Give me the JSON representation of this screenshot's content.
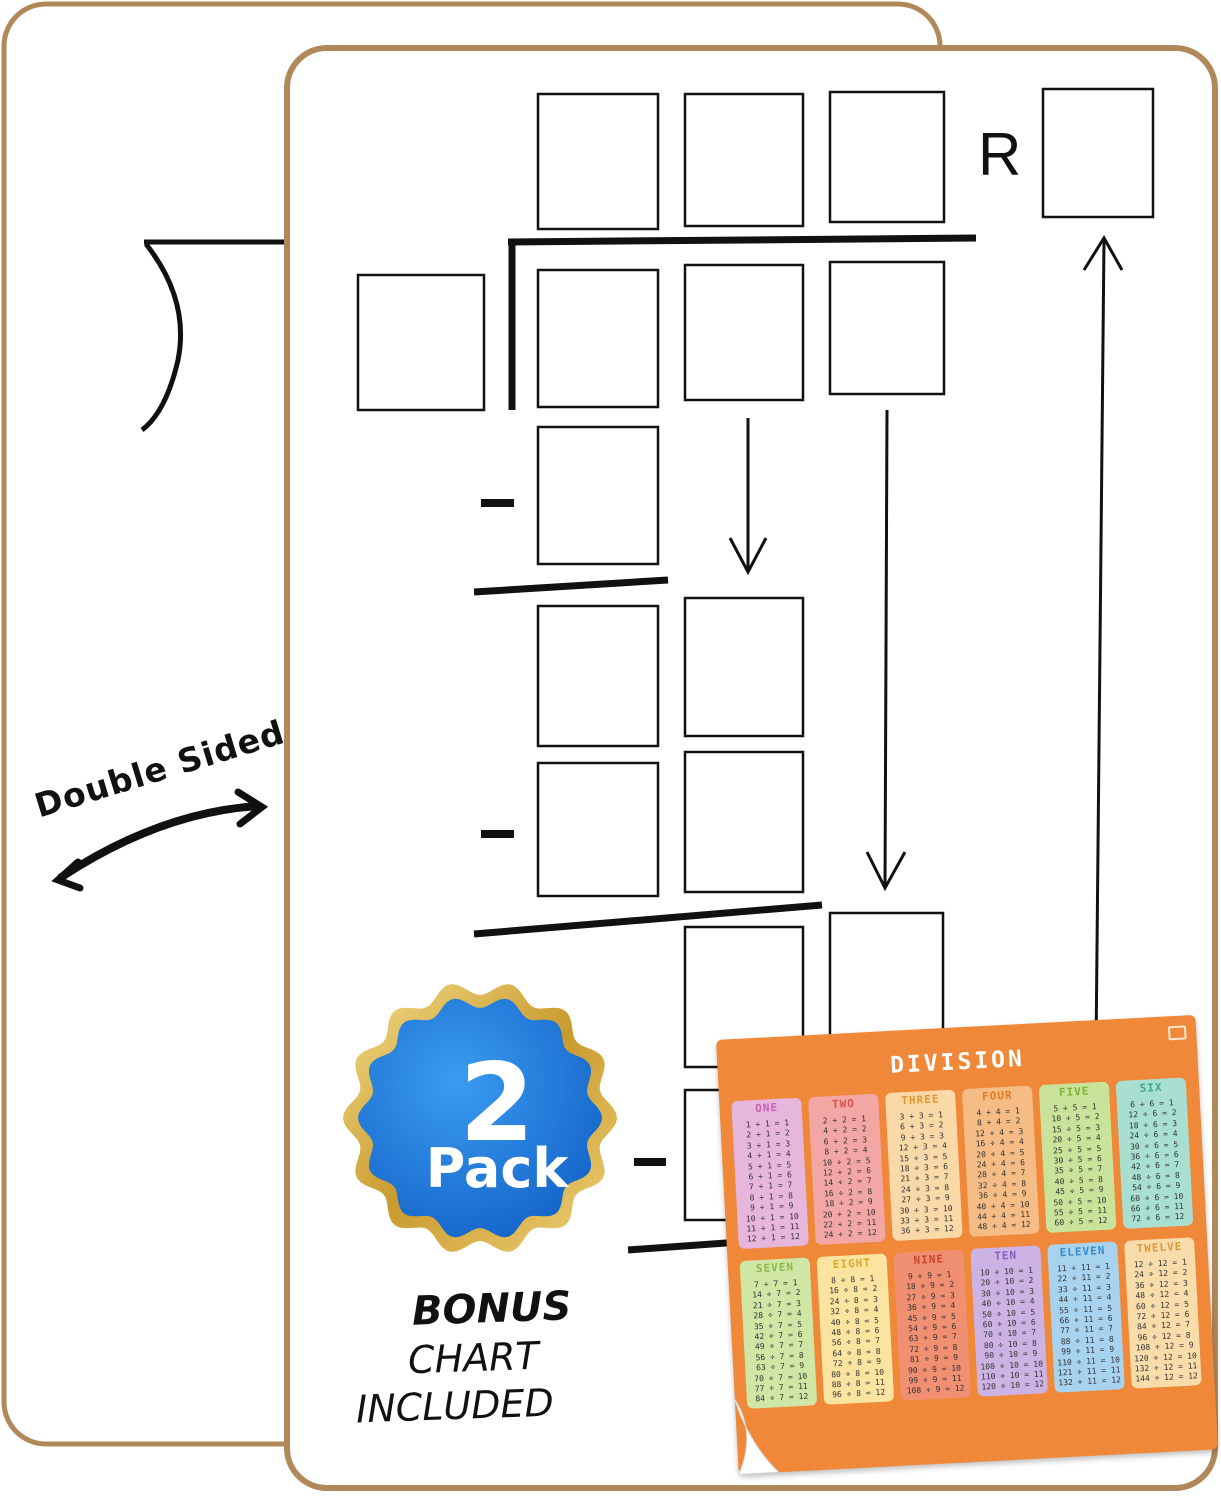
{
  "board_back": {
    "badge_text": "Double Sided"
  },
  "board_front": {
    "remainder_label": "R",
    "minus_sign": "-"
  },
  "promo_badge": {
    "number": "2",
    "word": "Pack"
  },
  "bonus_caption": {
    "line1": "BONUS",
    "line2": "CHART",
    "line3": "INCLUDED"
  },
  "division_chart": {
    "title": "DIVISION",
    "sections": [
      {
        "name": "ONE",
        "color": "#e7b6dd",
        "head": "#c55fae",
        "facts": [
          "1 ÷ 1 = 1",
          "2 ÷ 1 = 2",
          "3 ÷ 1 = 3",
          "4 ÷ 1 = 4",
          "5 ÷ 1 = 5",
          "6 ÷ 1 = 6",
          "7 ÷ 1 = 7",
          "8 ÷ 1 = 8",
          "9 ÷ 1 = 9",
          "10 ÷ 1 = 10",
          "11 ÷ 1 = 11",
          "12 ÷ 1 = 12"
        ]
      },
      {
        "name": "TWO",
        "color": "#f2a7a4",
        "head": "#d9534f",
        "facts": [
          "2 ÷ 2 = 1",
          "4 ÷ 2 = 2",
          "6 ÷ 2 = 3",
          "8 ÷ 2 = 4",
          "10 ÷ 2 = 5",
          "12 ÷ 2 = 6",
          "14 ÷ 2 = 7",
          "16 ÷ 2 = 8",
          "18 ÷ 2 = 9",
          "20 ÷ 2 = 10",
          "22 ÷ 2 = 11",
          "24 ÷ 2 = 12"
        ]
      },
      {
        "name": "THREE",
        "color": "#f9d9a8",
        "head": "#e4932d",
        "facts": [
          "3 ÷ 3 = 1",
          "6 ÷ 3 = 2",
          "9 ÷ 3 = 3",
          "12 ÷ 3 = 4",
          "15 ÷ 3 = 5",
          "18 ÷ 3 = 6",
          "21 ÷ 3 = 7",
          "24 ÷ 3 = 8",
          "27 ÷ 3 = 9",
          "30 ÷ 3 = 10",
          "33 ÷ 3 = 11",
          "36 ÷ 3 = 12"
        ]
      },
      {
        "name": "FOUR",
        "color": "#f6bc86",
        "head": "#e07b26",
        "facts": [
          "4 ÷ 4 = 1",
          "8 ÷ 4 = 2",
          "12 ÷ 4 = 3",
          "16 ÷ 4 = 4",
          "20 ÷ 4 = 5",
          "24 ÷ 4 = 6",
          "28 ÷ 4 = 7",
          "32 ÷ 4 = 8",
          "36 ÷ 4 = 9",
          "40 ÷ 4 = 10",
          "44 ÷ 4 = 11",
          "48 ÷ 4 = 12"
        ]
      },
      {
        "name": "FIVE",
        "color": "#c9e39a",
        "head": "#7fb23a",
        "facts": [
          "5 ÷ 5 = 1",
          "10 ÷ 5 = 2",
          "15 ÷ 5 = 3",
          "20 ÷ 5 = 4",
          "25 ÷ 5 = 5",
          "30 ÷ 5 = 6",
          "35 ÷ 5 = 7",
          "40 ÷ 5 = 8",
          "45 ÷ 5 = 9",
          "50 ÷ 5 = 10",
          "55 ÷ 5 = 11",
          "60 ÷ 5 = 12"
        ]
      },
      {
        "name": "SIX",
        "color": "#a9dfd0",
        "head": "#3ba88a",
        "facts": [
          "6 ÷ 6 = 1",
          "12 ÷ 6 = 2",
          "18 ÷ 6 = 3",
          "24 ÷ 6 = 4",
          "30 ÷ 6 = 5",
          "36 ÷ 6 = 6",
          "42 ÷ 6 = 7",
          "48 ÷ 6 = 8",
          "54 ÷ 6 = 9",
          "60 ÷ 6 = 10",
          "66 ÷ 6 = 11",
          "72 ÷ 6 = 12"
        ]
      },
      {
        "name": "SEVEN",
        "color": "#cfe6a5",
        "head": "#8bb84a",
        "facts": [
          "7 ÷ 7 = 1",
          "14 ÷ 7 = 2",
          "21 ÷ 7 = 3",
          "28 ÷ 7 = 4",
          "35 ÷ 7 = 5",
          "42 ÷ 7 = 6",
          "49 ÷ 7 = 7",
          "56 ÷ 7 = 8",
          "63 ÷ 7 = 9",
          "70 ÷ 7 = 10",
          "77 ÷ 7 = 11",
          "84 ÷ 7 = 12"
        ]
      },
      {
        "name": "EIGHT",
        "color": "#fbe3a0",
        "head": "#d9a72b",
        "facts": [
          "8 ÷ 8 = 1",
          "16 ÷ 8 = 2",
          "24 ÷ 8 = 3",
          "32 ÷ 8 = 4",
          "40 ÷ 8 = 5",
          "48 ÷ 8 = 6",
          "56 ÷ 8 = 7",
          "64 ÷ 8 = 8",
          "72 ÷ 8 = 9",
          "80 ÷ 8 = 10",
          "88 ÷ 8 = 11",
          "96 ÷ 8 = 12"
        ]
      },
      {
        "name": "NINE",
        "color": "#f08f72",
        "head": "#c8452a",
        "facts": [
          "9 ÷ 9 = 1",
          "18 ÷ 9 = 2",
          "27 ÷ 9 = 3",
          "36 ÷ 9 = 4",
          "45 ÷ 9 = 5",
          "54 ÷ 9 = 6",
          "63 ÷ 9 = 7",
          "72 ÷ 9 = 8",
          "81 ÷ 9 = 9",
          "90 ÷ 9 = 10",
          "99 ÷ 9 = 11",
          "108 ÷ 9 = 12"
        ]
      },
      {
        "name": "TEN",
        "color": "#cdb3e3",
        "head": "#8a5bbf",
        "facts": [
          "10 ÷ 10 = 1",
          "20 ÷ 10 = 2",
          "30 ÷ 10 = 3",
          "40 ÷ 10 = 4",
          "50 ÷ 10 = 5",
          "60 ÷ 10 = 6",
          "70 ÷ 10 = 7",
          "80 ÷ 10 = 8",
          "90 ÷ 10 = 9",
          "100 ÷ 10 = 10",
          "110 ÷ 10 = 11",
          "120 ÷ 10 = 12"
        ]
      },
      {
        "name": "ELEVEN",
        "color": "#a8d3ef",
        "head": "#3b8cc6",
        "facts": [
          "11 ÷ 11 = 1",
          "22 ÷ 11 = 2",
          "33 ÷ 11 = 3",
          "44 ÷ 11 = 4",
          "55 ÷ 11 = 5",
          "66 ÷ 11 = 6",
          "77 ÷ 11 = 7",
          "88 ÷ 11 = 8",
          "99 ÷ 11 = 9",
          "110 ÷ 11 = 10",
          "121 ÷ 11 = 11",
          "132 ÷ 11 = 12"
        ]
      },
      {
        "name": "TWELVE",
        "color": "#f8dcaa",
        "head": "#d99a3a",
        "facts": [
          "12 ÷ 12 = 1",
          "24 ÷ 12 = 2",
          "36 ÷ 12 = 3",
          "48 ÷ 12 = 4",
          "60 ÷ 12 = 5",
          "72 ÷ 12 = 6",
          "84 ÷ 12 = 7",
          "96 ÷ 12 = 8",
          "108 ÷ 12 = 9",
          "120 ÷ 12 = 10",
          "132 ÷ 12 = 11",
          "144 ÷ 12 = 12"
        ]
      }
    ]
  },
  "colors": {
    "board_edge": "#b0885a",
    "badge_blue": "#1f78d6",
    "badge_gold": "#d6b04a",
    "chart_orange": "#f0883a"
  }
}
